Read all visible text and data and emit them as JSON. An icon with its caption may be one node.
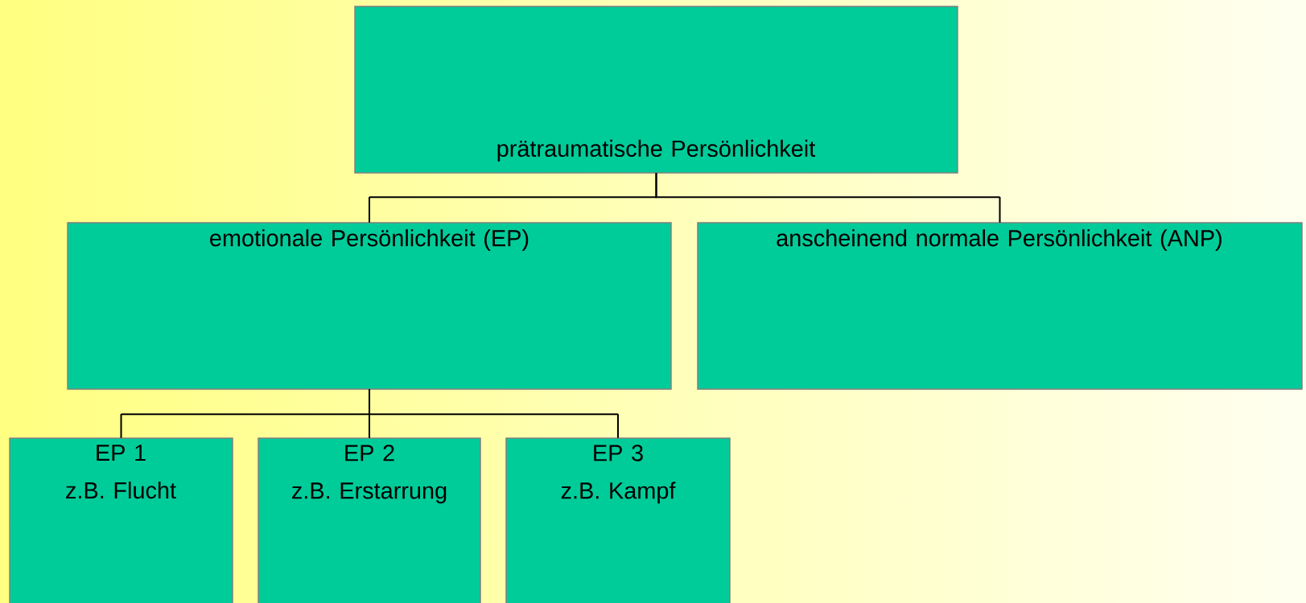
{
  "diagram": {
    "nodes": [
      {
        "text": [
          "prätraumatische Persönlichkeit"
        ]
      },
      {
        "text": [
          "emotionale Persönlichkeit (EP)"
        ]
      },
      {
        "text": [
          "anscheinend normale Persönlichkeit (ANP)"
        ]
      },
      {
        "text": [
          "EP 1",
          "z.B. Flucht"
        ]
      },
      {
        "text": [
          "EP 2",
          "z.B. Erstarrung"
        ]
      },
      {
        "text": [
          "EP 3",
          "z.B. Kampf"
        ]
      }
    ],
    "edges": [
      {
        "from": 0,
        "to": 1,
        "arrow": "none"
      },
      {
        "from": 0,
        "to": 2,
        "arrow": "none"
      },
      {
        "from": 1,
        "to": 3,
        "arrow": "none"
      },
      {
        "from": 1,
        "to": 4,
        "arrow": "none"
      },
      {
        "from": 1,
        "to": 5,
        "arrow": "none"
      }
    ]
  }
}
